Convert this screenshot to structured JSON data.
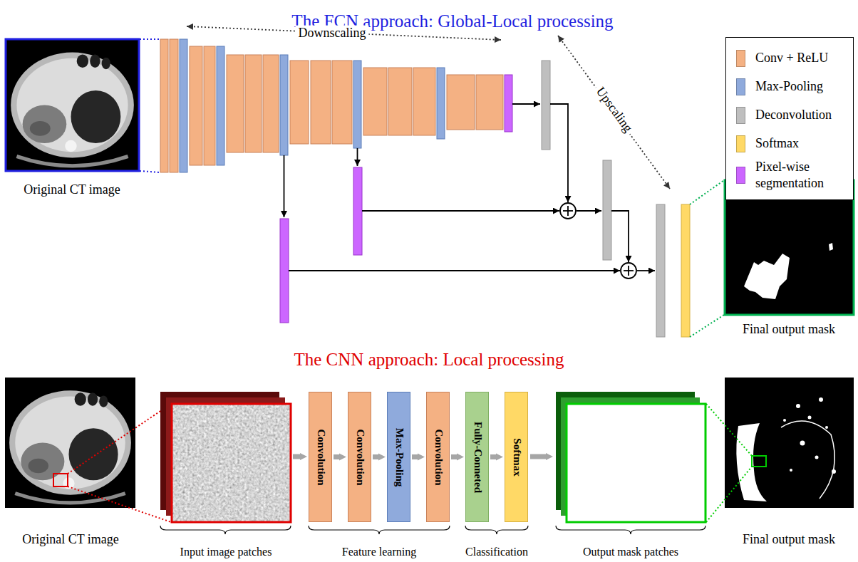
{
  "diagram": {
    "nodes": [
      {
        "text": [
          "Convolution"
        ]
      },
      {
        "text": [
          "Convolution"
        ]
      },
      {
        "text": [
          "Max-Pooling"
        ]
      },
      {
        "text": [
          "Convolution"
        ]
      },
      {
        "text": [
          "Fully-Conneted"
        ]
      },
      {
        "text": [
          "Softmax"
        ]
      }
    ],
    "edges": [
      {
        "from": 0,
        "to": 1,
        "arrow": "to"
      },
      {
        "from": 1,
        "to": 2,
        "arrow": "to"
      },
      {
        "from": 2,
        "to": 3,
        "arrow": "to"
      },
      {
        "from": 3,
        "to": 4,
        "arrow": "to"
      },
      {
        "from": 4,
        "to": 5,
        "arrow": "to"
      }
    ],
    "labels": [
      "The FCN approach: Global-Local processing",
      "Downscaling",
      "Upscaling",
      "Original CT image",
      "Final output mask",
      "The CNN approach: Local processing",
      "Original CT image",
      "Final output mask",
      "Input image patches",
      "Feature learning",
      "Classification",
      "Output mask patches"
    ],
    "legend": [
      {
        "text": "Conv + ReLU",
        "color": "#F4B183"
      },
      {
        "text": "Max-Pooling",
        "color": "#8FAADC"
      },
      {
        "text": "Deconvolution",
        "color": "#BFBFBF"
      },
      {
        "text": "Softmax",
        "color": "#FFD966"
      },
      {
        "text": "Pixel-wise segmentation",
        "color": "#CC66FF"
      }
    ]
  }
}
